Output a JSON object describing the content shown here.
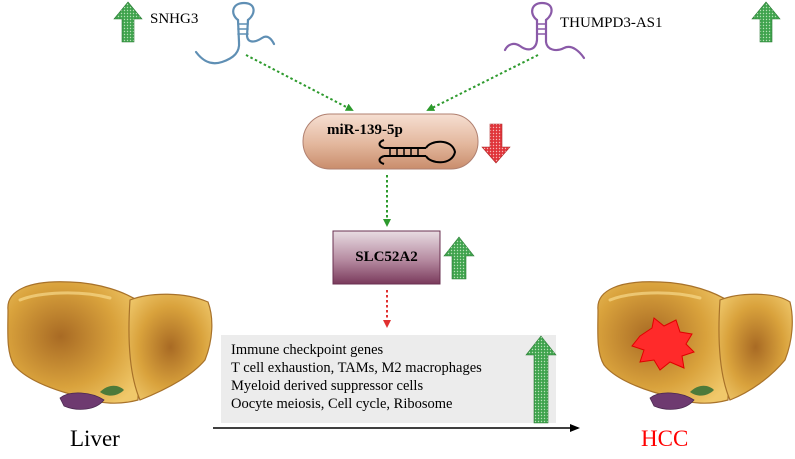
{
  "nodes": {
    "snhg3": {
      "label": "SNHG3",
      "trend": "up"
    },
    "thumpd3": {
      "label": "THUMPD3-AS1",
      "trend": "up"
    },
    "mir": {
      "label": "miR-139-5p",
      "trend": "down"
    },
    "slc": {
      "label": "SLC52A2",
      "trend": "up"
    }
  },
  "pathways": [
    "Immune checkpoint genes",
    "T cell exhaustion, TAMs, M2 macrophages",
    "Myeloid derived suppressor cells",
    "Oocyte meiosis, Cell cycle, Ribosome"
  ],
  "organs": {
    "liver": {
      "label": "Liver"
    },
    "hcc": {
      "label": "HCC"
    }
  },
  "colors": {
    "up_arrow": "#3fa34d",
    "down_arrow": "#e0343a",
    "edge_green": "#2d9a2d",
    "edge_red": "#e03030",
    "hcc_label": "#ff0000",
    "rna": "#5f8fb4",
    "rna2": "#8a5aa8"
  }
}
